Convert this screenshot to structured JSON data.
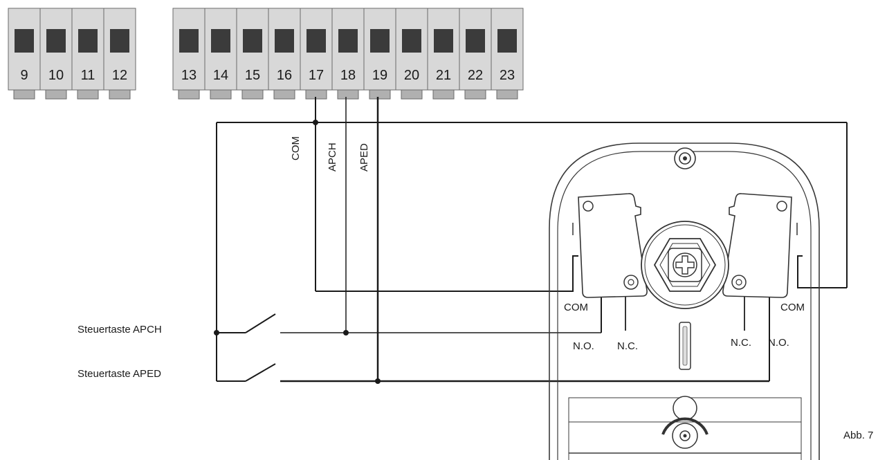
{
  "terminal_groups": [
    {
      "name": "left-block",
      "terminals": [
        "9",
        "10",
        "11",
        "12"
      ]
    },
    {
      "name": "right-block",
      "terminals": [
        "13",
        "14",
        "15",
        "16",
        "17",
        "18",
        "19",
        "20",
        "21",
        "22",
        "23"
      ]
    }
  ],
  "wire_labels": {
    "com": "COM",
    "apch": "APCH",
    "aped": "APED"
  },
  "buttons": {
    "apch": "Steuertaste APCH",
    "aped": "Steuertaste APED"
  },
  "switch_left": {
    "com": "COM",
    "no": "N.O.",
    "nc": "N.C."
  },
  "switch_right": {
    "com": "COM",
    "no": "N.O.",
    "nc": "N.C."
  },
  "figure_label": "Abb. 7",
  "colors": {
    "terminal_fill": "#d8d8d8",
    "terminal_window": "#3b3b3b",
    "terminal_foot": "#b0b0b0",
    "wire": "#1a1a1a"
  }
}
